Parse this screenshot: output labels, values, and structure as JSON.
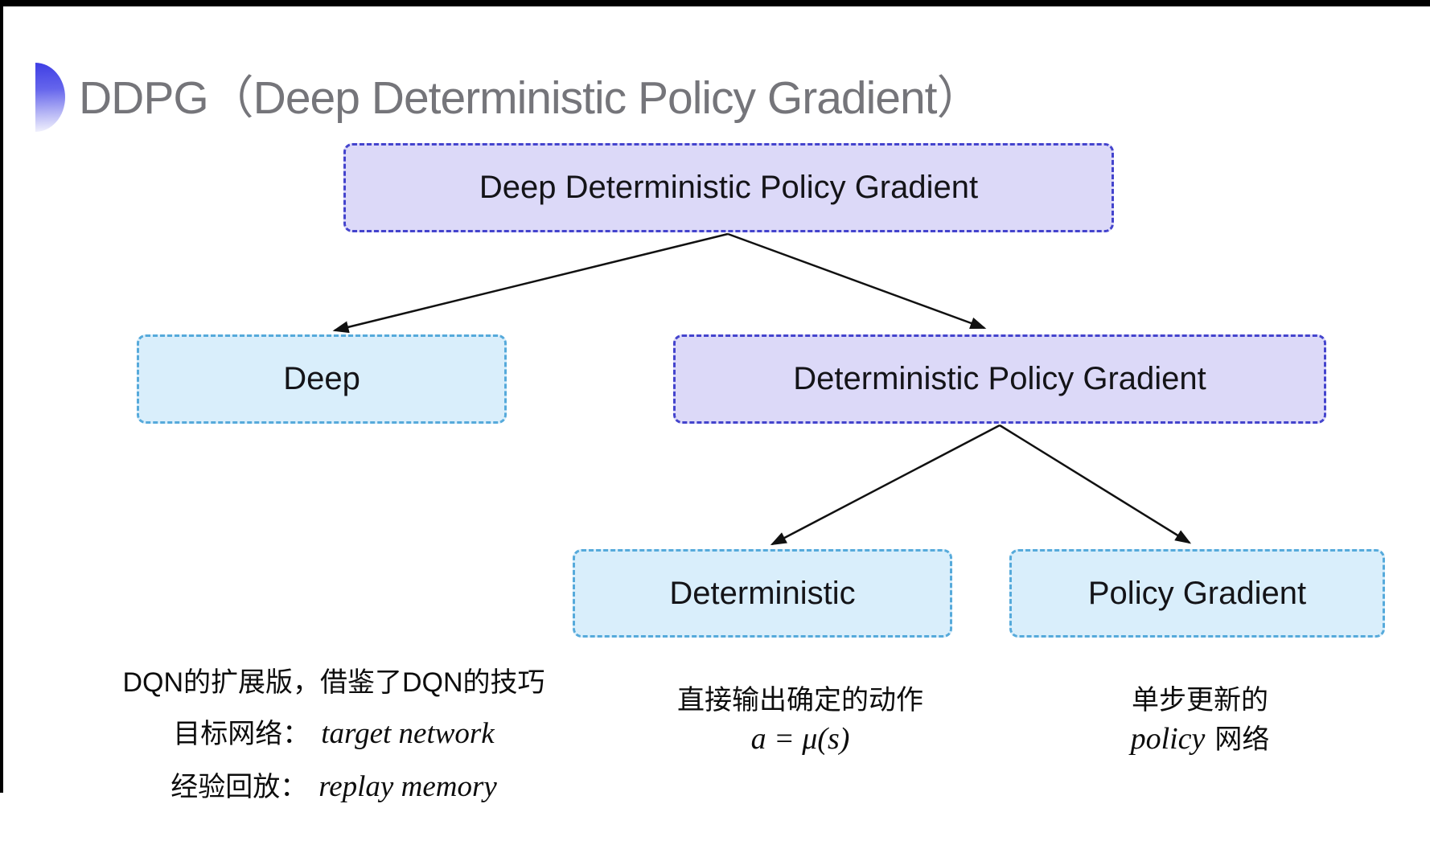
{
  "slide": {
    "title": "DDPG（Deep Deterministic Policy Gradient）"
  },
  "diagram": {
    "nodes": [
      {
        "id": "ddpg",
        "label": "Deep Deterministic Policy Gradient",
        "variant": "purple"
      },
      {
        "id": "deep",
        "label": "Deep",
        "variant": "cyan"
      },
      {
        "id": "dpg",
        "label": "Deterministic Policy Gradient",
        "variant": "purple"
      },
      {
        "id": "deterministic",
        "label": "Deterministic",
        "variant": "cyan"
      },
      {
        "id": "policy_gradient",
        "label": "Policy Gradient",
        "variant": "cyan"
      }
    ],
    "edges": [
      {
        "from": "ddpg",
        "to": "deep"
      },
      {
        "from": "ddpg",
        "to": "dpg"
      },
      {
        "from": "dpg",
        "to": "deterministic"
      },
      {
        "from": "dpg",
        "to": "policy_gradient"
      }
    ]
  },
  "annotations": {
    "deep_note": {
      "line1": "DQN的扩展版，借鉴了DQN的技巧",
      "item1_label": "目标网络：",
      "item1_value": "target network",
      "item2_label": "经验回放：",
      "item2_value": "replay memory"
    },
    "deterministic_note": {
      "line1": "直接输出确定的动作",
      "formula": "a = μ(s)"
    },
    "policy_gradient_note": {
      "line1": "单步更新的",
      "line2_italic": "policy",
      "line2_rest": "网络"
    }
  },
  "colors": {
    "purple_fill": "#DCD9F8",
    "purple_border": "#4444CD",
    "cyan_fill": "#D9EEFB",
    "cyan_border": "#56AADB",
    "title_text": "#75757A",
    "body_text": "#0D0D0D",
    "arrow": "#111111"
  }
}
